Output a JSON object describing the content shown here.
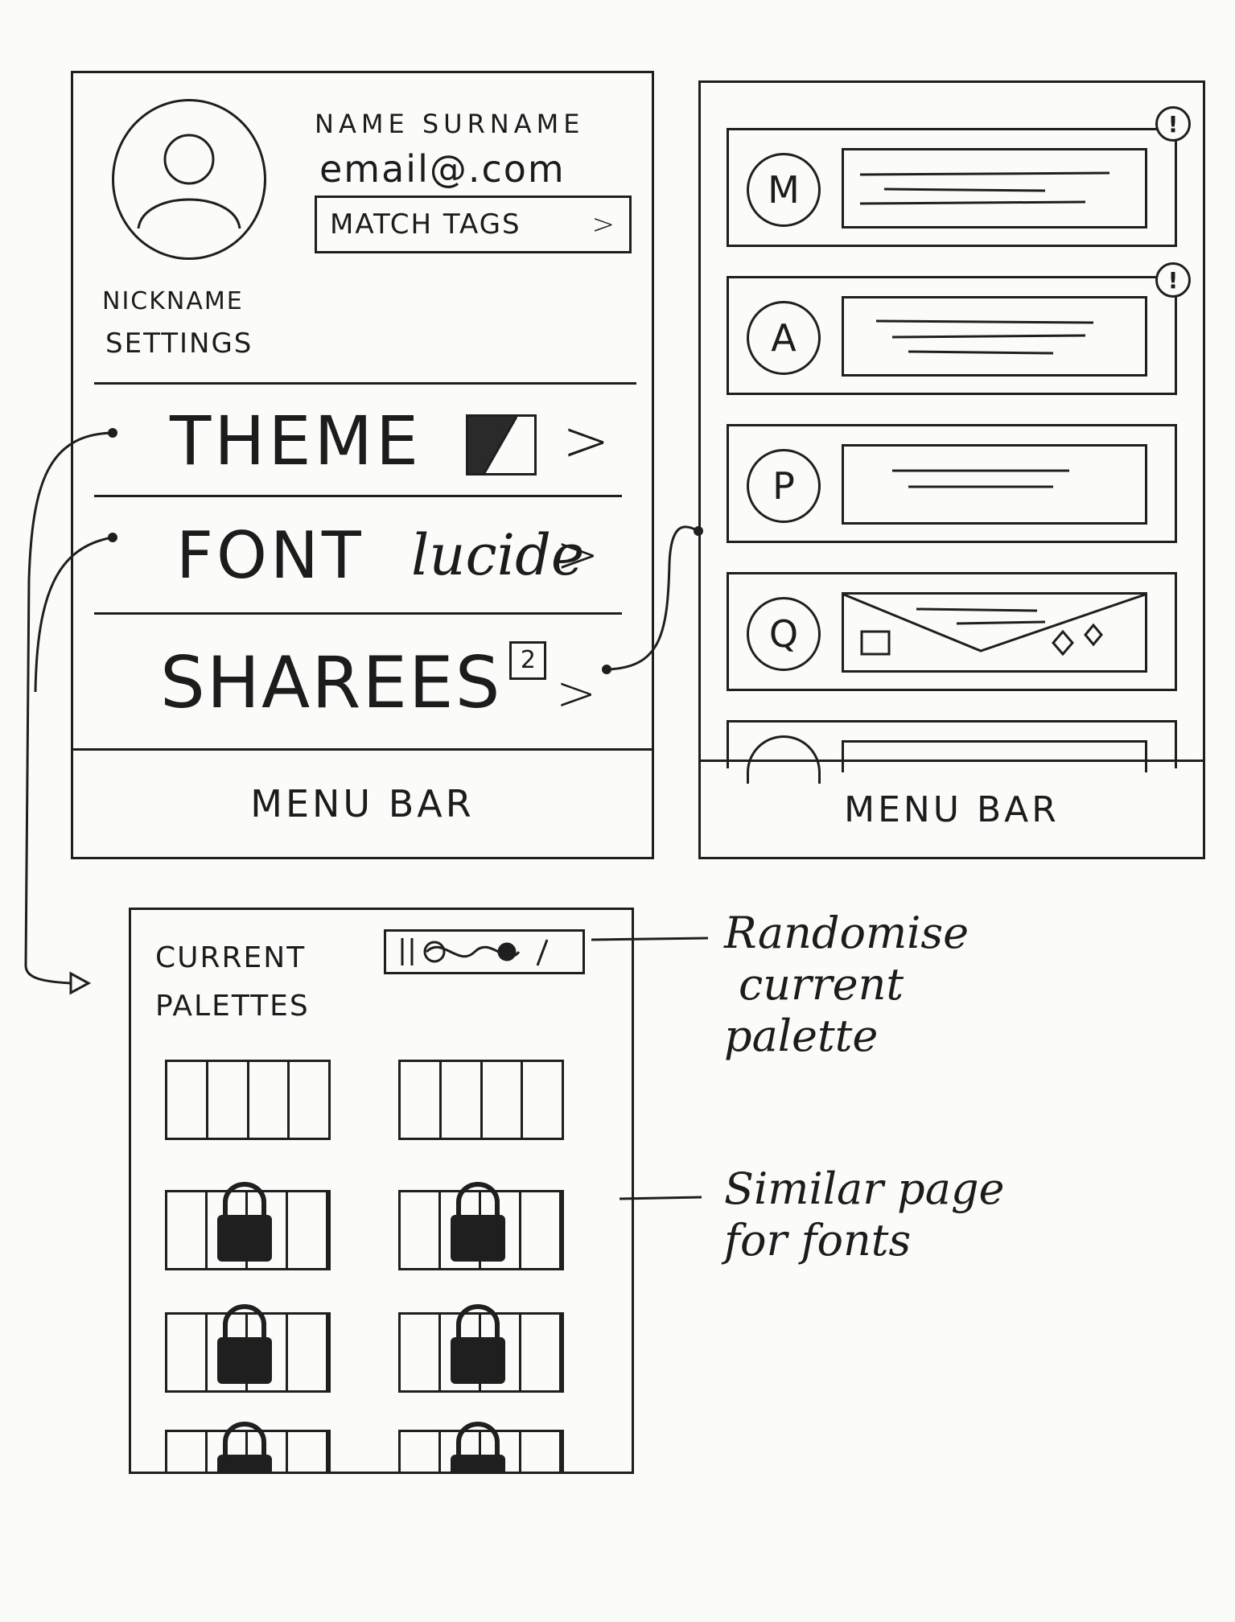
{
  "settings_screen": {
    "profile": {
      "name": "NAME SURNAME",
      "email": "email@.com",
      "nickname": "NICKNAME",
      "avatar_icon": "person-icon"
    },
    "match_tags_label": "MATCH TAGS",
    "section_title": "SETTINGS",
    "menu": [
      {
        "label": "THEME",
        "swatch_icon": "theme-swatch-icon"
      },
      {
        "label": "FONT",
        "value": "lucide"
      },
      {
        "label": "SHAREES",
        "badge": "2"
      }
    ],
    "chevron": ">",
    "menu_bar_label": "MENU BAR"
  },
  "sharees_screen": {
    "cards": [
      {
        "initial": "M",
        "alert": "!"
      },
      {
        "initial": "A",
        "alert": "!"
      },
      {
        "initial": "P"
      },
      {
        "initial": "Q"
      }
    ],
    "menu_bar_label": "MENU BAR"
  },
  "palettes_screen": {
    "title_line1": "CURRENT",
    "title_line2": "PALETTES",
    "randomise_icon": "dice-randomise-icon",
    "palettes": [
      {
        "locked": false
      },
      {
        "locked": false
      },
      {
        "locked": true
      },
      {
        "locked": true
      },
      {
        "locked": true
      },
      {
        "locked": true
      },
      {
        "locked": true
      },
      {
        "locked": true
      }
    ]
  },
  "annotations": {
    "randomise_line1": "Randomise",
    "randomise_line2": "current",
    "randomise_line3": "palette",
    "fonts_line1": "Similar page",
    "fonts_line2": "for fonts"
  },
  "colors": {
    "ink": "#1f1f1f",
    "paper": "#fbfbf9"
  }
}
